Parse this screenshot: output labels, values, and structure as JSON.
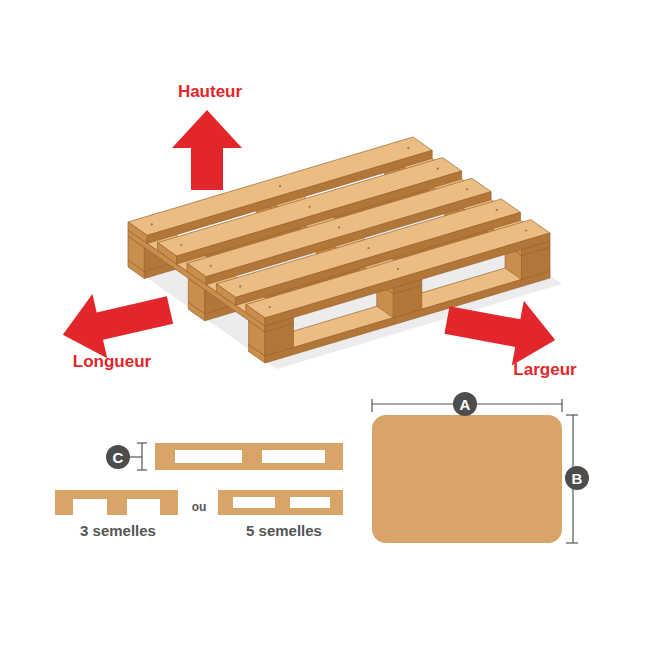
{
  "diagram": {
    "labels": [
      "Hauteur",
      "Longueur",
      "Largeur",
      "C",
      "3 semelles",
      "ou",
      "5 semelles",
      "A",
      "B"
    ]
  }
}
